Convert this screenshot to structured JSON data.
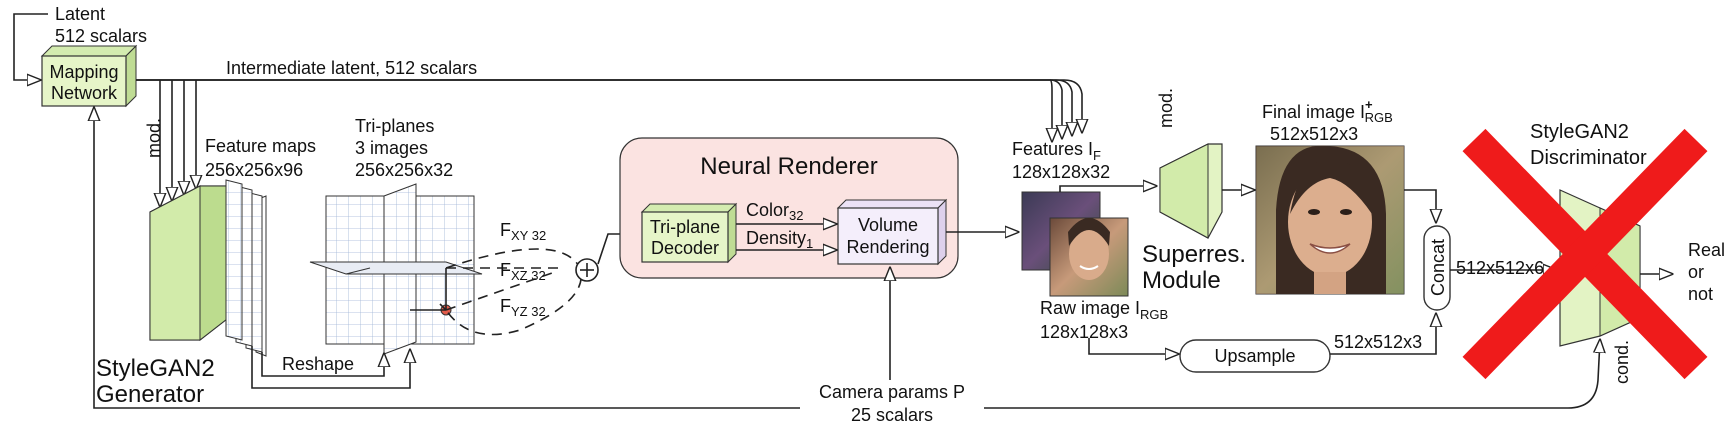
{
  "latent_label": {
    "line1": "Latent",
    "line2": "512 scalars"
  },
  "mapping_network": {
    "line1": "Mapping",
    "line2": "Network"
  },
  "intermediate_latent": "Intermediate latent, 512 scalars",
  "mod_label_left": "mod.",
  "mod_label_right": "mod.",
  "feature_maps": {
    "line1": "Feature maps",
    "line2": "256x256x96"
  },
  "triplanes": {
    "line1": "Tri-planes",
    "line2": "3 images",
    "line3": "256x256x32"
  },
  "generator": {
    "line1": "StyleGAN2",
    "line2": "Generator"
  },
  "reshape": "Reshape",
  "feature_labels": {
    "fxy": "F",
    "fxy_sub": "XY 32",
    "fxz": "F",
    "fxz_sub": "XZ 32",
    "fyz": "F",
    "fyz_sub": "YZ 32"
  },
  "neural_renderer": {
    "title": "Neural Renderer",
    "decoder_line1": "Tri-plane",
    "decoder_line2": "Decoder",
    "color": "Color",
    "color_sub": "32",
    "density": "Density",
    "density_sub": "1",
    "volume_line1": "Volume",
    "volume_line2": "Rendering"
  },
  "features_if": {
    "line1": "Features I",
    "line1_sub": "F",
    "line2": "128x128x32"
  },
  "raw_image": {
    "line1": "Raw image I",
    "line1_sub": "RGB",
    "line2": "128x128x3"
  },
  "superres": {
    "line1": "Superres.",
    "line2": "Module"
  },
  "final_image": {
    "line1": "Final image I",
    "line1_sup": "+",
    "line1_sub": "RGB",
    "line2": "512x512x3"
  },
  "concat": "Concat",
  "upsample": "Upsample",
  "upsample_out": "512x512x3",
  "concat_out": "512x512x6",
  "discriminator": {
    "line1": "StyleGAN2",
    "line2": "Discriminator"
  },
  "cond_label": "cond.",
  "output": {
    "line1": "Real",
    "line2": "or",
    "line3": "not"
  },
  "camera": {
    "line1": "Camera params P",
    "line2": "25 scalars"
  },
  "colors": {
    "renderer_fill": "#fbe3e1",
    "green_box": "#e6f5c8",
    "cross_red": "#ef1b1b",
    "volume_fill": "#f4eefb"
  }
}
